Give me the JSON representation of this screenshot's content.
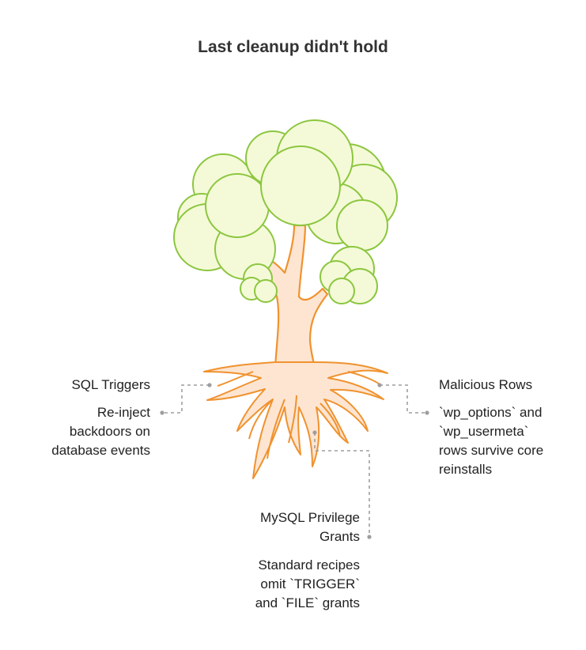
{
  "title": "Last cleanup didn't hold",
  "colors": {
    "foliage_fill": "#f4fad8",
    "foliage_stroke": "#8cc63f",
    "trunk_fill": "#fde5d2",
    "trunk_stroke": "#f0922e",
    "connector": "#9e9e9e"
  },
  "callouts": {
    "sql_triggers": {
      "heading": "SQL Triggers",
      "text": "Re-inject\nbackdoors on\ndatabase events"
    },
    "malicious_rows": {
      "heading": "Malicious Rows",
      "text": "`wp_options` and\n`wp_usermeta`\nrows survive core\nreinstalls"
    },
    "mysql_grants": {
      "heading": "MySQL Privilege\nGrants",
      "text": "Standard recipes\nomit `TRIGGER`\nand `FILE` grants"
    }
  }
}
